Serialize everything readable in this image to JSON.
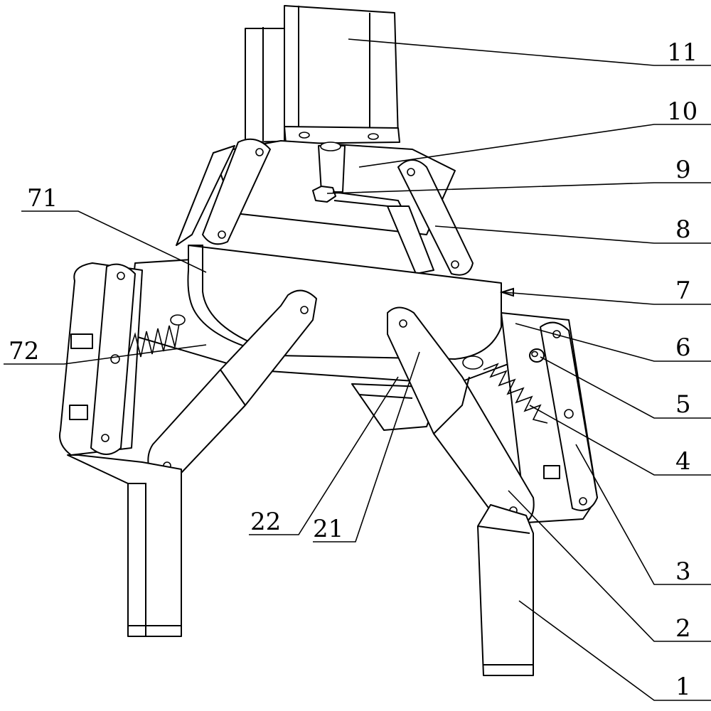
{
  "labels": {
    "l1": "1",
    "l2": "2",
    "l3": "3",
    "l4": "4",
    "l5": "5",
    "l6": "6",
    "l7": "7",
    "l8": "8",
    "l9": "9",
    "l10": "10",
    "l11": "11",
    "l21": "21",
    "l22": "22",
    "l71": "71",
    "l72": "72"
  }
}
